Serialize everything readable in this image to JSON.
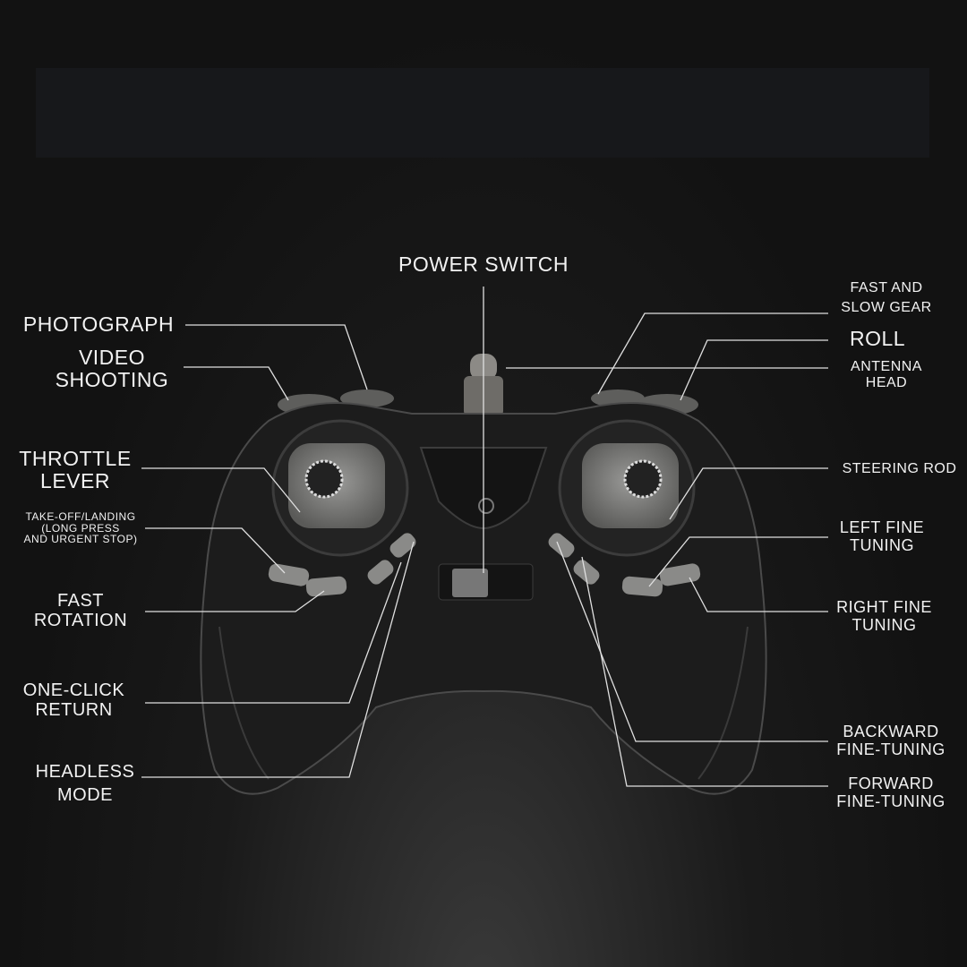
{
  "diagram": {
    "title": "POWER SWITCH",
    "left_labels": {
      "photograph": "PHOTOGRAPH",
      "video_shooting": "VIDEO\nSHOOTING",
      "throttle_lever": "THROTTLE\nLEVER",
      "take_off_landing": "TAKE-OFF/LANDING\n(LONG PRESS\nAND URGENT STOP)",
      "fast_rotation": "FAST\nROTATION",
      "one_click_return": "ONE-CLICK\nRETURN",
      "headless_mode": "HEADLESS\nMODE"
    },
    "right_labels": {
      "fast_slow_gear": "FAST AND\nSLOW GEAR",
      "roll": "ROLL",
      "antenna_head": "ANTENNA\nHEAD",
      "steering_rod": "STEERING ROD",
      "left_fine_tuning": "LEFT FINE\nTUNING",
      "right_fine_tuning": "RIGHT FINE\nTUNING",
      "backward_fine_tuning": "BACKWARD\nFINE-TUNING",
      "forward_fine_tuning": "FORWARD\nFINE-TUNING"
    }
  }
}
